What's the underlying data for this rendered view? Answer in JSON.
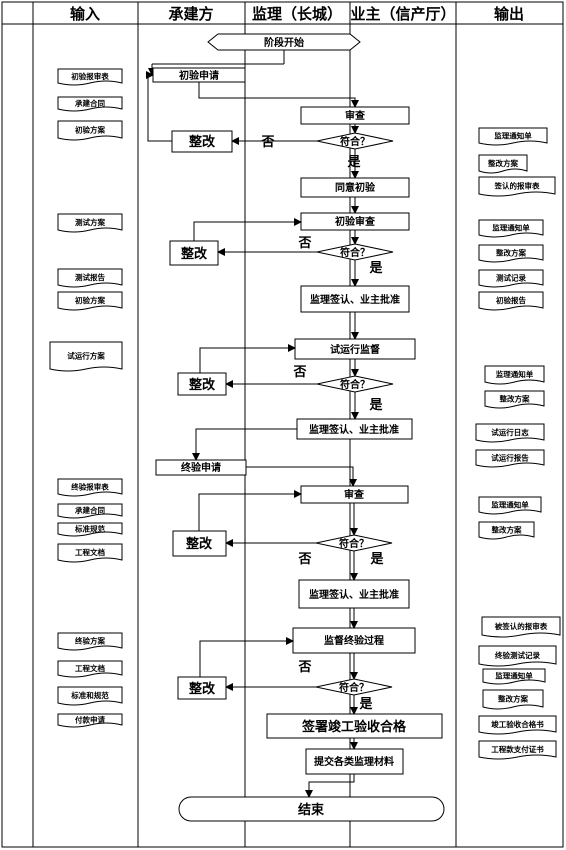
{
  "headers": [
    "输入",
    "承建方",
    "监理（长城）",
    "业主（信产厅）",
    "输出"
  ],
  "start": "阶段开始",
  "end": "结束",
  "yes": "是",
  "no": "否",
  "rectify": "整改",
  "decision": "符合？",
  "process": {
    "p1": "初验申请",
    "p2": "审查",
    "p3": "同意初验",
    "p4": "初验审查",
    "p5": "监理签认、业主批准",
    "p6": "试运行监督",
    "p7": "监理签认、业主批准",
    "p8": "终验申请",
    "p9": "审查",
    "p10": "监理签认、业主批准",
    "p11": "监督终验过程",
    "p12": "签署竣工验收合格",
    "p13": "提交各类监理材料"
  },
  "inputs": [
    "初验报审表",
    "承建合同",
    "初验方案",
    "测试方案",
    "测试报告",
    "初验方案",
    "试运行方案",
    "终验报审表",
    "承建合同",
    "标准规范",
    "工程文档",
    "终验方案",
    "工程文档",
    "标准和规范",
    "付款申请"
  ],
  "outputs": [
    "监理通知单",
    "整改方案",
    "签认的报审表",
    "监理通知单",
    "整改方案",
    "测试记录",
    "初验报告",
    "监理通知单",
    "整改方案",
    "试运行日志",
    "试运行报告",
    "监理通知单",
    "整改方案",
    "被签认的报审表",
    "终验测试记录",
    "监理通知单",
    "整改方案",
    "竣工验收合格书",
    "工程款支付证书"
  ]
}
